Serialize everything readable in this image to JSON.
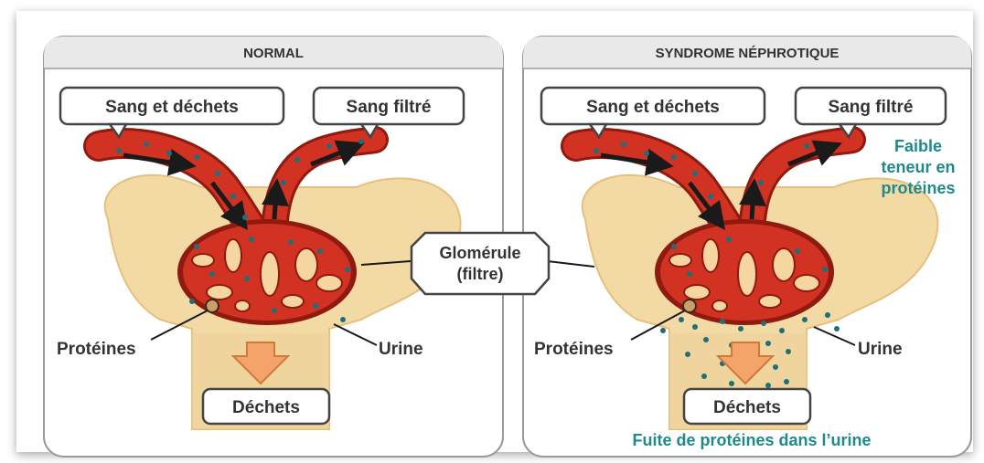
{
  "panels": {
    "normal": {
      "title": "NORMAL",
      "blood_in": "Sang et déchets",
      "blood_out": "Sang filtré",
      "proteins": "Protéines",
      "urine": "Urine",
      "waste": "Déchets"
    },
    "nephrotic": {
      "title": "SYNDROME NÉPHROTIQUE",
      "blood_in": "Sang et déchets",
      "blood_out": "Sang filtré",
      "low_protein_line1": "Faible",
      "low_protein_line2": "teneur en",
      "low_protein_line3": "protéines",
      "proteins": "Protéines",
      "urine": "Urine",
      "waste": "Déchets",
      "leak": "Fuite de protéines dans l’urine"
    }
  },
  "center": {
    "glomerulus_line1": "Glomérule",
    "glomerulus_line2": "(filtre)"
  },
  "colors": {
    "panel_border": "#9a9a9a",
    "panel_header": "#e9e9e9",
    "tissue": "#f3d9a4",
    "vessel": "#d23222",
    "vessel_dark": "#8e1a10",
    "protein_dot": "#1f6e78",
    "teal_text": "#1f8a8a",
    "arrow_orange": "#f4a46a"
  }
}
